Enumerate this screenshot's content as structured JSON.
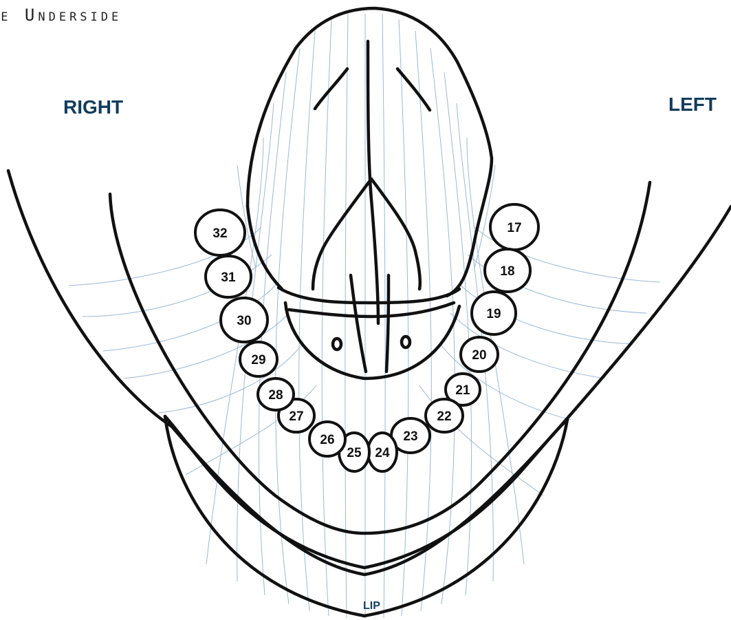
{
  "title": "ue Underside",
  "labels": {
    "right": "RIGHT",
    "left": "LEFT",
    "lip": "LIP"
  },
  "colors": {
    "outline": "#111111",
    "guide": "#9cb8d2",
    "label": "#123c5c"
  },
  "teeth": [
    {
      "number": "17"
    },
    {
      "number": "18"
    },
    {
      "number": "19"
    },
    {
      "number": "20"
    },
    {
      "number": "21"
    },
    {
      "number": "22"
    },
    {
      "number": "23"
    },
    {
      "number": "24"
    },
    {
      "number": "25"
    },
    {
      "number": "26"
    },
    {
      "number": "27"
    },
    {
      "number": "28"
    },
    {
      "number": "29"
    },
    {
      "number": "30"
    },
    {
      "number": "31"
    },
    {
      "number": "32"
    }
  ]
}
